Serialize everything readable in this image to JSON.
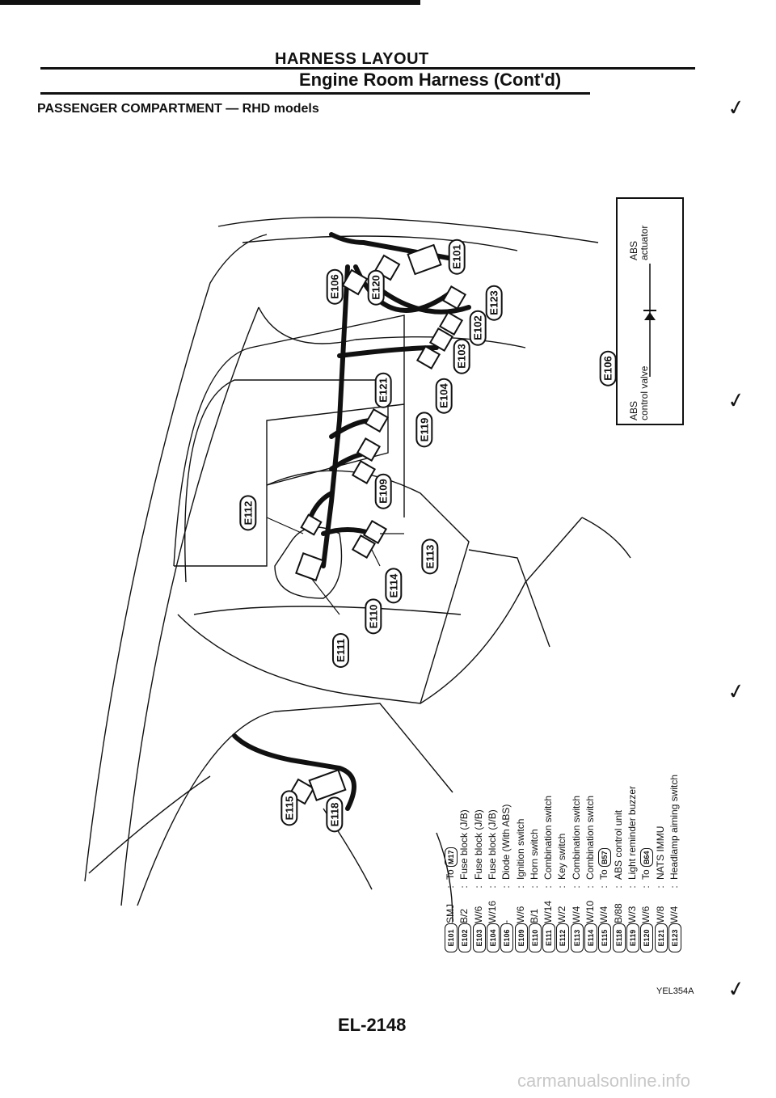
{
  "header": {
    "title": "HARNESS LAYOUT",
    "subtitle": "Engine Room Harness (Cont'd)",
    "section": "PASSENGER COMPARTMENT — RHD models"
  },
  "diagram_labels": {
    "e101": "E101",
    "e106a": "E106",
    "e120": "E120",
    "e123": "E123",
    "e102": "E102",
    "e103": "E103",
    "e104": "E104",
    "e121": "E121",
    "e119": "E119",
    "e112": "E112",
    "e109": "E109",
    "e113": "E113",
    "e114": "E114",
    "e110": "E110",
    "e111": "E111",
    "e115": "E115",
    "e118": "E118"
  },
  "legend": {
    "code": "E106",
    "left": "ABS\ncontrol valve",
    "right": "ABS\nactuator"
  },
  "connector_table": [
    {
      "code": "E101",
      "wire": "SMJ",
      "desc": "To",
      "ref": "M17"
    },
    {
      "code": "E102",
      "wire": "B/2",
      "desc": "Fuse block (J/B)"
    },
    {
      "code": "E103",
      "wire": "W/6",
      "desc": "Fuse block (J/B)"
    },
    {
      "code": "E104",
      "wire": "W/16",
      "desc": "Fuse block (J/B)"
    },
    {
      "code": "E106",
      "wire": "-",
      "desc": "Diode (With ABS)"
    },
    {
      "code": "E109",
      "wire": "W/6",
      "desc": "Ignition switch"
    },
    {
      "code": "E110",
      "wire": "B/1",
      "desc": "Horn switch"
    },
    {
      "code": "E111",
      "wire": "W/14",
      "desc": "Combination switch"
    },
    {
      "code": "E112",
      "wire": "W/2",
      "desc": "Key switch"
    },
    {
      "code": "E113",
      "wire": "W/4",
      "desc": "Combination switch"
    },
    {
      "code": "E114",
      "wire": "W/10",
      "desc": "Combination switch"
    },
    {
      "code": "E115",
      "wire": "W/4",
      "desc": "To",
      "ref": "B57"
    },
    {
      "code": "E118",
      "wire": "B/88",
      "desc": "ABS control unit"
    },
    {
      "code": "E119",
      "wire": "W/3",
      "desc": "Light reminder buzzer"
    },
    {
      "code": "E120",
      "wire": "W/6",
      "desc": "To",
      "ref": "B64"
    },
    {
      "code": "E121",
      "wire": "W/8",
      "desc": "NATS IMMU"
    },
    {
      "code": "E123",
      "wire": "W/4",
      "desc": "Headlamp aiming switch"
    }
  ],
  "footer": {
    "ref_code": "YEL354A",
    "page": "EL-2148",
    "watermark": "carmanualsonline.info"
  }
}
